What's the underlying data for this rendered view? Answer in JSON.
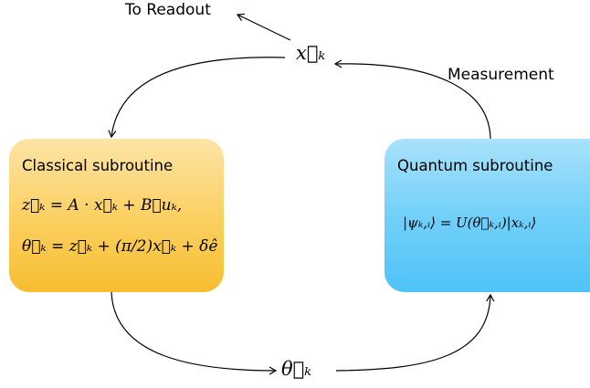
{
  "labels": {
    "to_readout": "To Readout",
    "measurement": "Measurement"
  },
  "nodes": {
    "x_k": "x⃗ₖ",
    "theta_k": "θ⃗ₖ"
  },
  "classical": {
    "title": "Classical subroutine",
    "eq1": "z⃗ₖ = A · x⃗ₖ + B⃗uₖ,",
    "eq2": "θ⃗ₖ = z⃗ₖ + (π/2)x⃗ₖ + δê"
  },
  "quantum": {
    "title": "Quantum subroutine",
    "eq": "|ψₖ,ᵢ⟩ = U(θ⃗ₖ,ᵢ)|xₖ,ᵢ⟩"
  },
  "colors": {
    "classical_top": "#fde4a6",
    "classical_bottom": "#f7bd2f",
    "quantum_top": "#a9e2fb",
    "quantum_bottom": "#4fc3f7",
    "arrow": "#000000"
  }
}
